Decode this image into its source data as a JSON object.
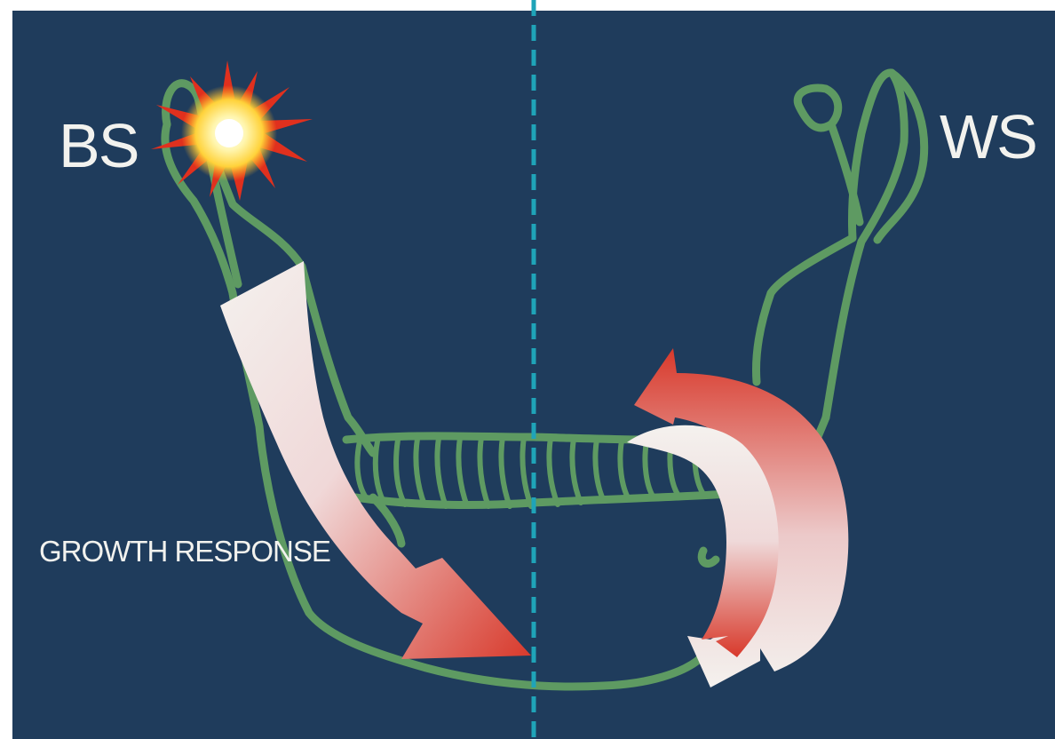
{
  "labels": {
    "balancing_side": "BS",
    "working_side": "WS",
    "growth_response": "GROWTH RESPONSE"
  },
  "colors": {
    "background": "#1f3c5c",
    "mandible_outline": "#5e9a62",
    "midline": "#1fa4b8",
    "arrow_red": "#d8392b",
    "arrow_white": "#f4f1ee",
    "burst_red": "#e0301e",
    "burst_yellow": "#ffe04a",
    "text": "#f2f2ee"
  },
  "icons": {
    "burst": "starburst-icon",
    "arrows": [
      "arrow-down-right",
      "curved-arrow-red",
      "curved-arrow-white"
    ]
  }
}
